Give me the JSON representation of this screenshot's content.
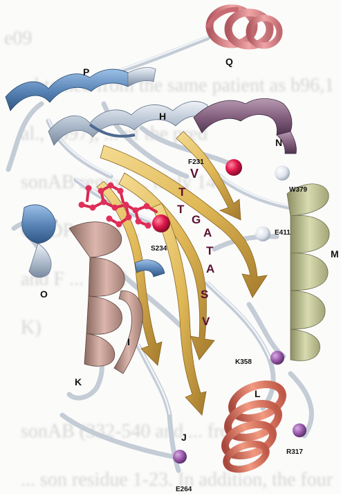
{
  "background_text": [
    "e09",
    "obtained from the same patient as b96,1",
    "al., 1997), ... of the pred",
    "sonAB region ... ntely 140",
    "GODP ... the ...",
    "and F ... of M",
    "K)",
    "sonAB (332-540 and ... from",
    "... son residue 1-23. In addition, the four"
  ],
  "helix_labels": [
    "Q",
    "P",
    "H",
    "N",
    "M",
    "O",
    "I",
    "K",
    "L",
    "J"
  ],
  "residue_labels": [
    "F231",
    "W379",
    "E411",
    "S234",
    "K358",
    "R317",
    "E264"
  ],
  "sequence_letters": [
    "V",
    "T",
    "T",
    "G",
    "A",
    "T",
    "A",
    "S",
    "V"
  ],
  "colors": {
    "helix_Q": "#e08a8a",
    "helix_P": "#6a93c2",
    "helix_H": "#b9c6d6",
    "helix_N": "#8e6a86",
    "helix_M": "#c9cba0",
    "helix_I": "#c9a49a",
    "helix_L": "#e07a66",
    "beta_sheet": "#e6c36a",
    "ligand": "#e0305a",
    "loop": "#c4ccd6",
    "sphere_red": "#e01a4a",
    "sphere_white": "#eef0f4",
    "sphere_purple": "#9a5aaa"
  }
}
